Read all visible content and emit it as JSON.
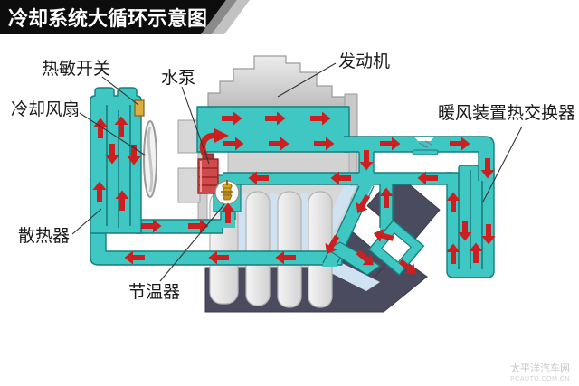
{
  "title": "冷却系统大循环示意图",
  "labels": {
    "thermal_switch": "热敏开关",
    "water_pump": "水泵",
    "engine": "发动机",
    "cooling_fan": "冷却风扇",
    "heater_exchanger": "暖风装置热交换器",
    "radiator": "散热器",
    "thermostat": "节温器"
  },
  "watermark": {
    "line1": "太平洋汽车网",
    "line2": "PCAUTO.COM.CN"
  },
  "colors": {
    "pipe": "#3fc7c3",
    "pipe_outline": "#157e7e",
    "arrow": "#cd1f1f",
    "engine_gray": "#d9d9d9",
    "dark_component": "#4b4b60",
    "pump_red": "#cf4a4a",
    "thermostat_valve": "#d9a520",
    "thermal_switch_yellow": "#ddad3e",
    "banner_black": "#0d0d0d",
    "highlight_blue": "#cfe2f2"
  },
  "flow_arrows": [
    [
      111,
      142,
      -90
    ],
    [
      134,
      140,
      -90
    ],
    [
      124,
      170,
      90
    ],
    [
      148,
      171,
      90
    ],
    [
      110,
      212,
      -90
    ],
    [
      135,
      222,
      -90
    ],
    [
      167,
      250,
      0
    ],
    [
      219,
      250,
      0
    ],
    [
      252,
      236,
      -90
    ],
    [
      149,
      285,
      180
    ],
    [
      242,
      285,
      180
    ],
    [
      316,
      285,
      180
    ],
    [
      256,
      131,
      0
    ],
    [
      304,
      131,
      0
    ],
    [
      354,
      131,
      0
    ],
    [
      258,
      159,
      0
    ],
    [
      308,
      159,
      0
    ],
    [
      358,
      159,
      0
    ],
    [
      431,
      159,
      0
    ],
    [
      508,
      159,
      0
    ],
    [
      539,
      186,
      90
    ],
    [
      501,
      224,
      -90
    ],
    [
      514,
      255,
      90
    ],
    [
      540,
      259,
      90
    ],
    [
      501,
      281,
      -90
    ],
    [
      526,
      280,
      -90
    ],
    [
      286,
      197,
      180
    ],
    [
      377,
      197,
      180
    ],
    [
      473,
      197,
      180
    ],
    [
      405,
      177,
      90
    ],
    [
      401,
      226,
      120
    ],
    [
      367,
      271,
      120
    ],
    [
      427,
      219,
      -90
    ],
    [
      424,
      261,
      195
    ],
    [
      404,
      286,
      40
    ],
    [
      451,
      296,
      40
    ]
  ]
}
